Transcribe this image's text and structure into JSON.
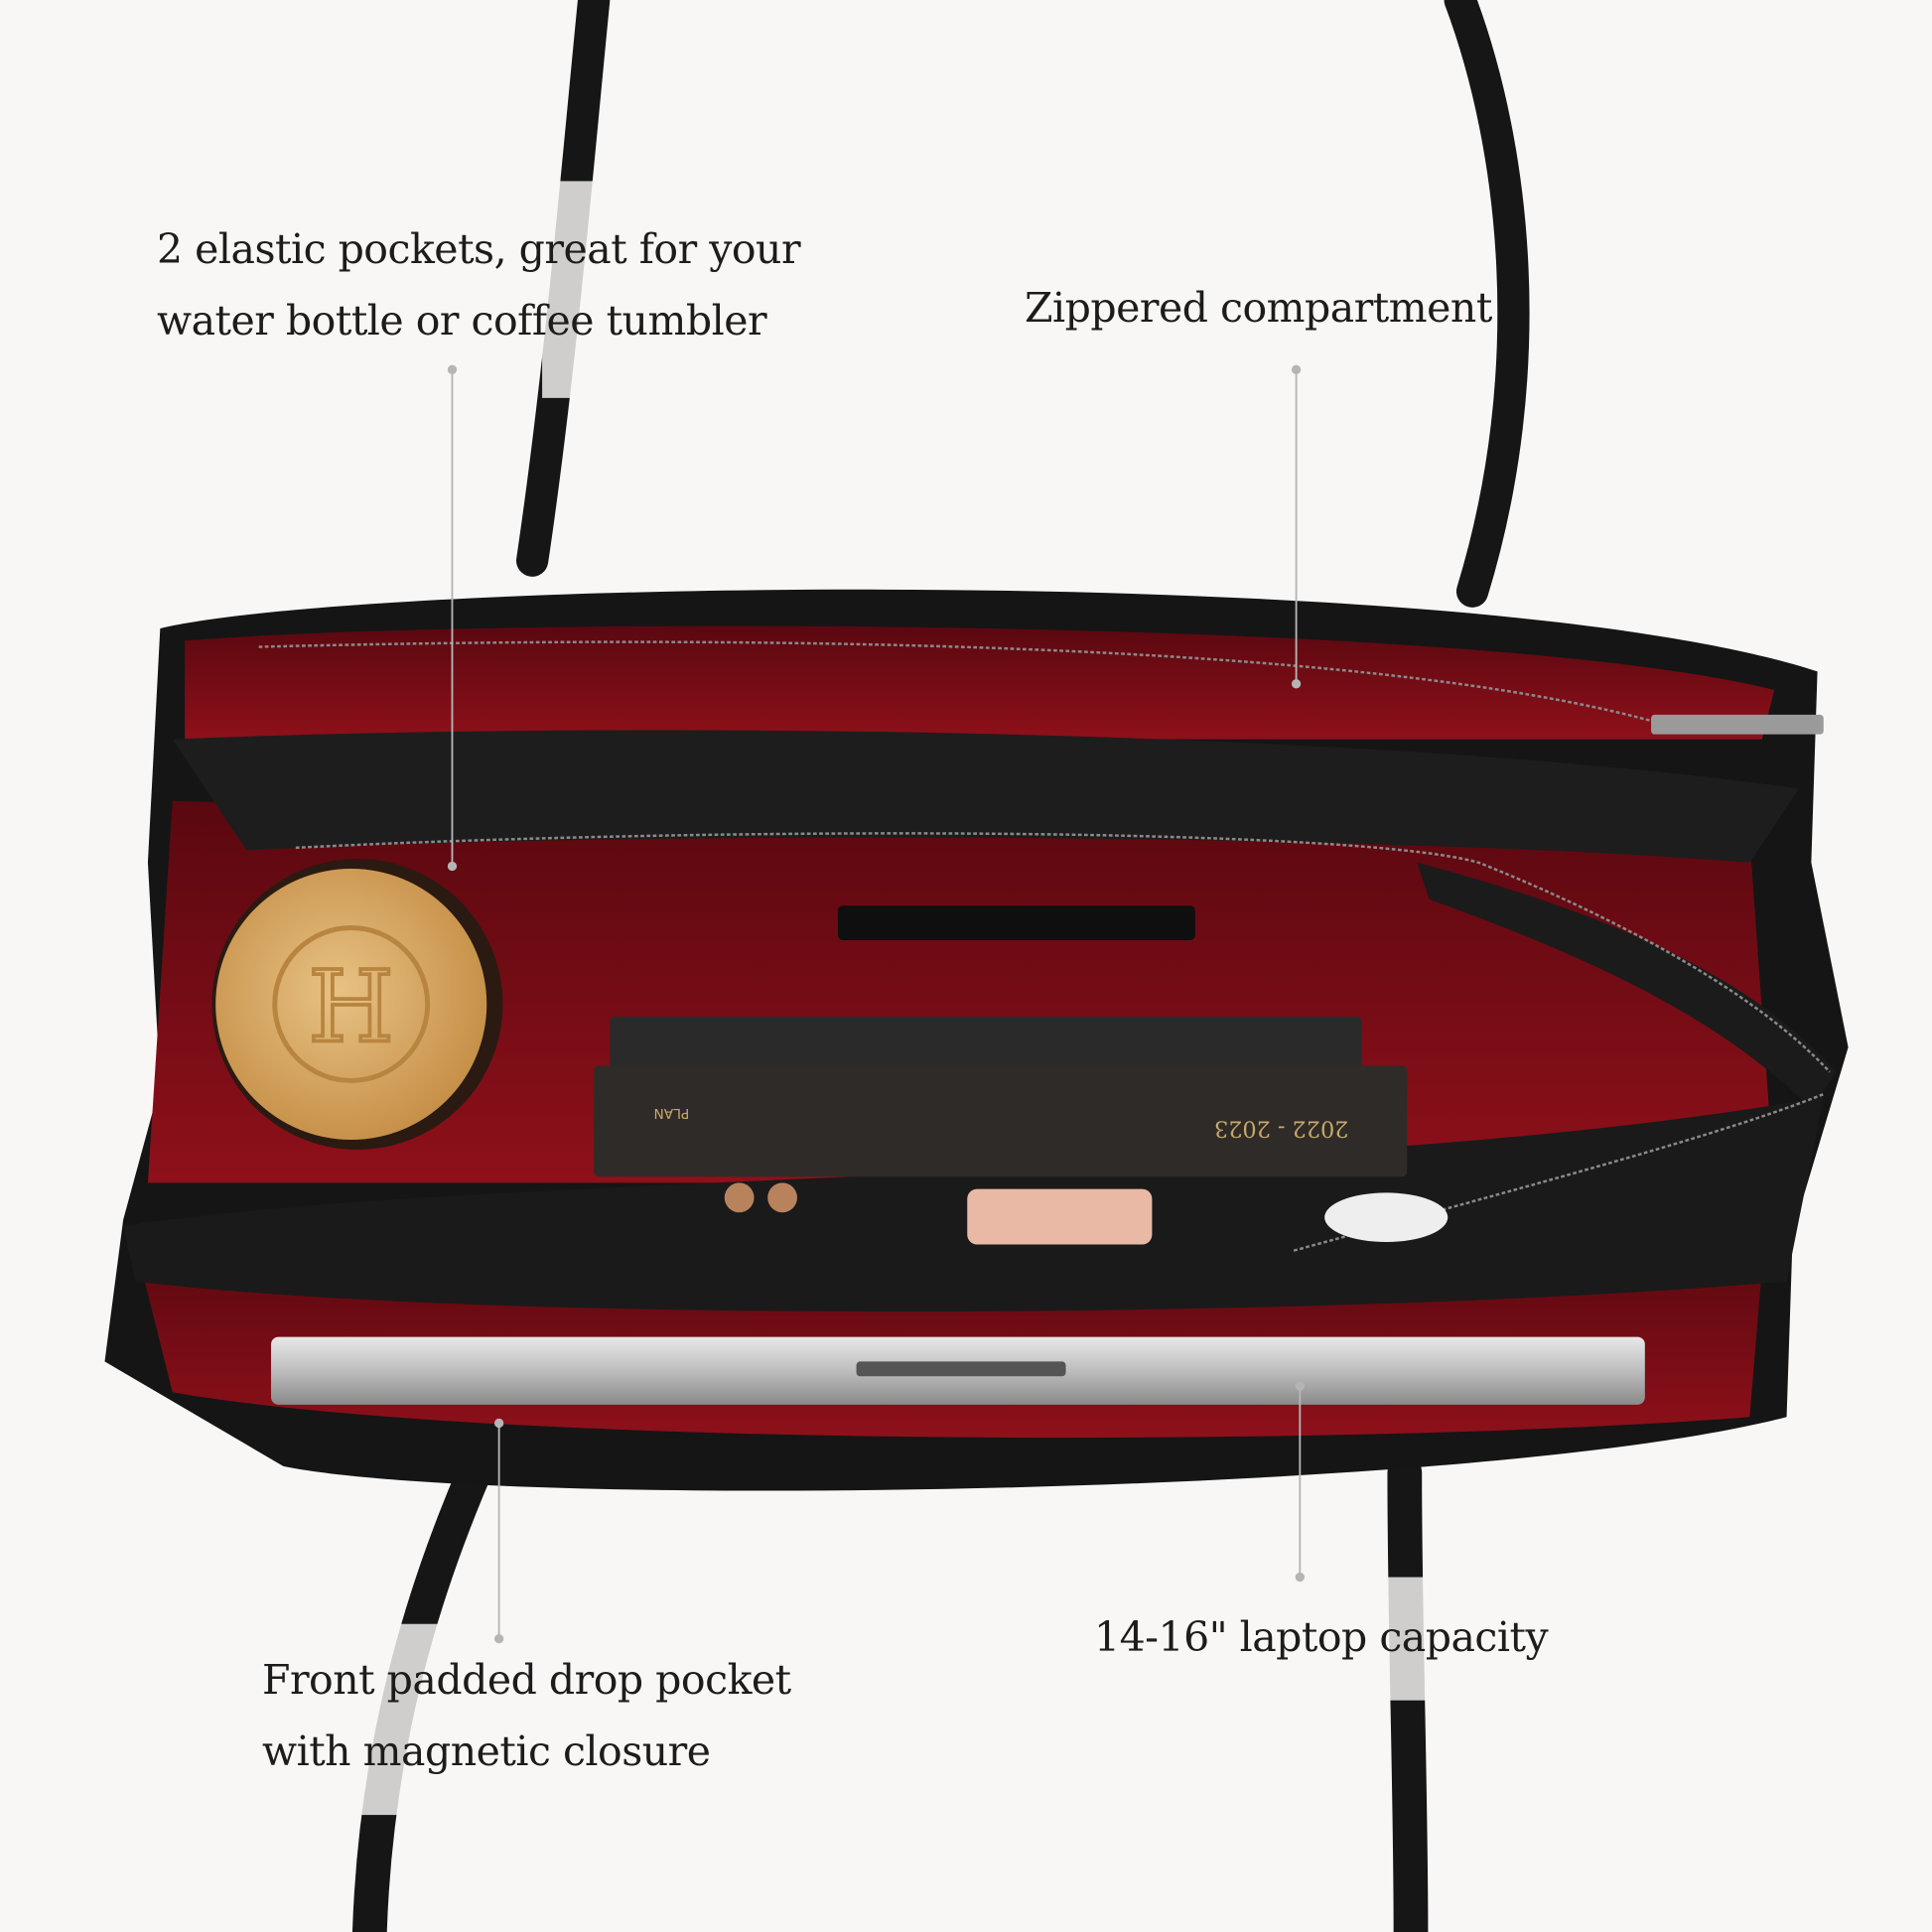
{
  "callouts": {
    "elastic_pockets": {
      "line1": "2 elastic pockets, great for your",
      "line2": "water bottle or coffee tumbler"
    },
    "zippered": {
      "line1": "Zippered compartment"
    },
    "front_pocket": {
      "line1": "Front padded drop pocket",
      "line2": "with magnetic closure"
    },
    "laptop": {
      "line1": "14-16\" laptop capacity"
    }
  },
  "product_print": {
    "planner_cover": "2022 - 2023",
    "planner_spine": "PLAN"
  },
  "colors": {
    "background": "#f9f7f5",
    "leather": "#141414",
    "lining": "#7a0c14",
    "bamboo": "#d9ad6a",
    "callout_line": "#b5b5b5"
  }
}
